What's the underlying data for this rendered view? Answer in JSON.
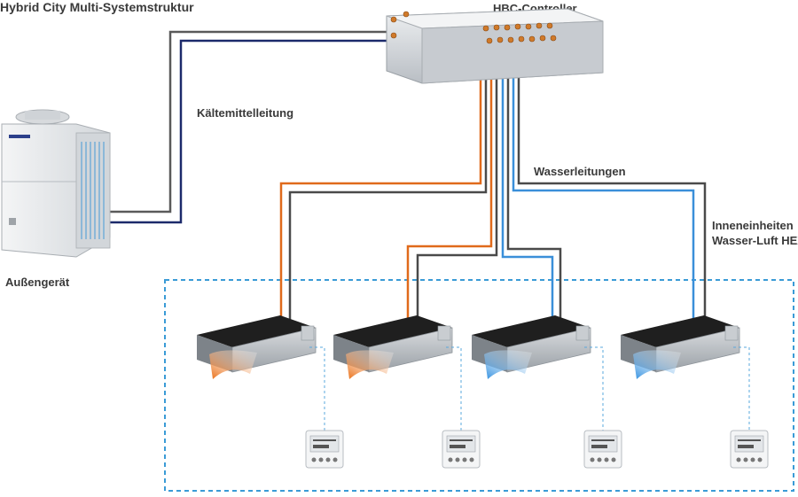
{
  "title": "Hybrid City Multi-Systemstruktur",
  "labels": {
    "controller": "HBC-Controller",
    "refrigerant_line": "Kältemittelleitung",
    "water_lines": "Wasserleitungen",
    "indoor_units_line1": "Inneneinheiten",
    "indoor_units_line2": "Wasser-Luft HEX",
    "outdoor_unit": "Außengerät"
  },
  "colors": {
    "refrigerant_line_dark": "#5a5a5a",
    "refrigerant_line_navy": "#1c2a6b",
    "water_hot": "#e06a1b",
    "water_cold": "#3a8fd9",
    "water_return": "#4a4a4a",
    "dashed_frame": "#3a9bd6"
  },
  "indoor_units": [
    {
      "airflow": "warm"
    },
    {
      "airflow": "warm"
    },
    {
      "airflow": "cold"
    },
    {
      "airflow": "cold"
    }
  ]
}
